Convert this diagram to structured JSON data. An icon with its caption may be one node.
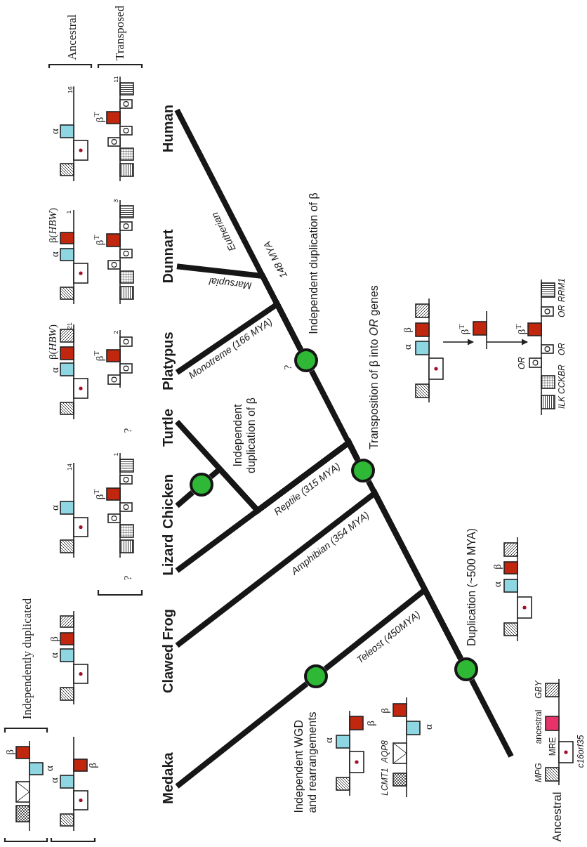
{
  "diagram": {
    "nodes": [
      {
        "text": [
          "Medaka"
        ]
      },
      {
        "text": [
          "Clawed Frog"
        ]
      },
      {
        "text": [
          "Lizard"
        ]
      },
      {
        "text": [
          "Chicken"
        ]
      },
      {
        "text": [
          "Turtle"
        ]
      },
      {
        "text": [
          "Platypus"
        ]
      },
      {
        "text": [
          "Dunnart"
        ]
      },
      {
        "text": [
          "Human"
        ]
      },
      {
        "text": [],
        "shape": "circle",
        "beside": [
          "Independent WGD and rearrangements"
        ]
      },
      {
        "text": [],
        "shape": "circle",
        "beside": [
          "Duplication (~500 MYA)"
        ]
      },
      {
        "text": [],
        "shape": "circle",
        "beside": [
          "Transposition of β into *OR* genes"
        ]
      },
      {
        "text": [],
        "shape": "circle",
        "beside": [
          "Independent duplication of β"
        ]
      },
      {
        "text": [],
        "shape": "circle",
        "beside": [
          "Independent duplication of β"
        ]
      },
      {
        "text": [],
        "shape": "picture",
        "beside": [
          "α",
          "β"
        ]
      },
      {
        "text": [],
        "shape": "picture",
        "beside": [
          "β$^{T}$"
        ]
      },
      {
        "text": [],
        "shape": "picture",
        "beside": [
          "RRM1",
          "OR",
          "β$^{T}$",
          "OR",
          "OR",
          "CCKBR",
          "ILK"
        ]
      }
    ],
    "edges": [
      {
        "from": 9,
        "to": 8,
        "arrow": "none",
        "label": "Teleost (450MYA)"
      },
      {
        "from": 8,
        "to": 0,
        "arrow": "none"
      },
      {
        "from": 9,
        "to": 1,
        "arrow": "none",
        "label": "Amphibian (354 MYA)"
      },
      {
        "from": 9,
        "to": 10,
        "arrow": "none"
      },
      {
        "from": 10,
        "to": 2,
        "arrow": "none",
        "label": "Reptile (315 MYA)"
      },
      {
        "from": 10,
        "to": 4,
        "arrow": "none"
      },
      {
        "from": 10,
        "to": 11,
        "arrow": "none"
      },
      {
        "from": 11,
        "to": 3,
        "arrow": "none"
      },
      {
        "from": 10,
        "to": 12,
        "arrow": "none"
      },
      {
        "from": 12,
        "to": 5,
        "arrow": "none",
        "label": "Monotreme (166 MYA)"
      },
      {
        "from": 12,
        "to": 6,
        "arrow": "none",
        "label": "Marsupial"
      },
      {
        "from": 12,
        "to": 7,
        "arrow": "none",
        "label": "Eutherian"
      },
      {
        "from": null,
        "to": 9,
        "arrow": "none"
      },
      {
        "from": 13,
        "to": 14,
        "arrow": "to"
      },
      {
        "from": 14,
        "to": 15,
        "arrow": "to"
      }
    ],
    "labels": [
      "Ancestral",
      "Transposed",
      "α",
      "16",
      "β$^{T}$",
      "11",
      "α",
      "β(*HBW*)",
      "1",
      "β$^{T}$",
      "3",
      "α",
      "β(*HBW*)",
      "21",
      "β$^{T}$",
      "2",
      "?",
      "α",
      "14",
      "β$^{T}$",
      "1",
      "?",
      "β",
      "α",
      "Independently duplicated",
      "β",
      "α",
      "α",
      "β",
      "148 MYA",
      "?",
      "β",
      "α",
      "α",
      "β",
      "β",
      "α",
      "AQP8",
      "LCMT1",
      "GBY",
      "ancestral",
      "MRE",
      "MPG",
      "c16orf35",
      "Ancestral"
    ]
  }
}
